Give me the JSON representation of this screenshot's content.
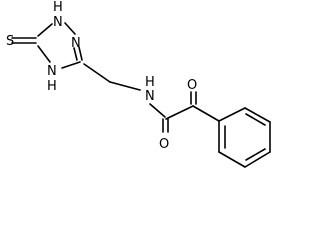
{
  "molecule": {
    "atom_labels": {
      "thione_s": "S",
      "ring_n1": "N",
      "ring_h1": "H",
      "ring_n2": "N",
      "ring_n4": "N",
      "ring_h4": "H",
      "amide_n": "N",
      "amide_h": "H",
      "amide_o": "O",
      "keto_o": "O"
    }
  }
}
